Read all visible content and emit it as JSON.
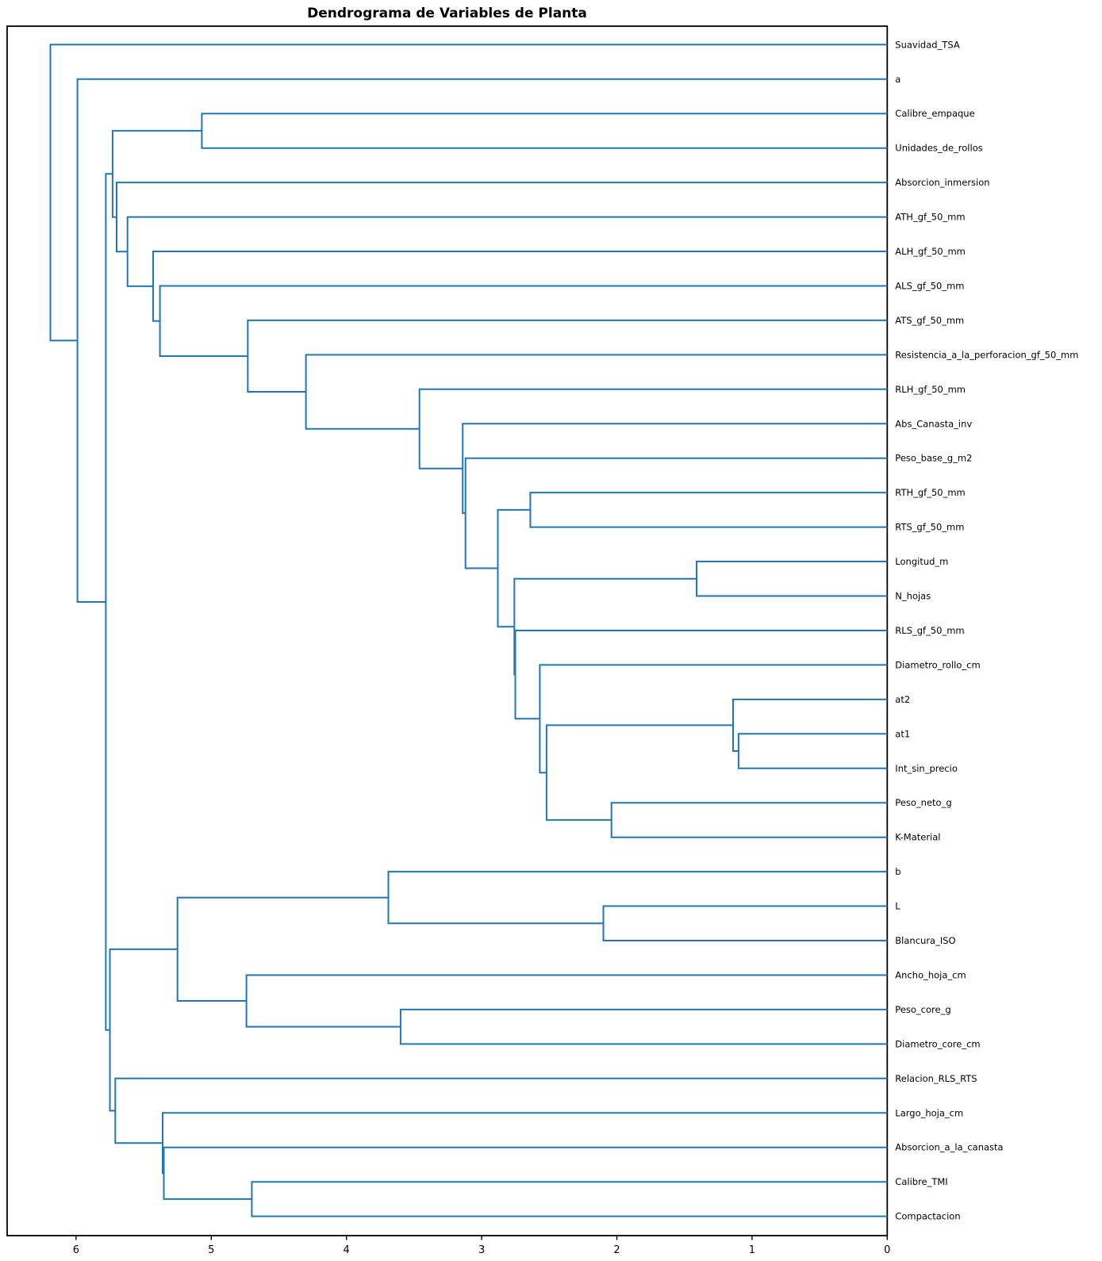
{
  "chart_data": {
    "type": "dendrogram",
    "title": "Dendrograma de Variables de Planta",
    "orientation": "left",
    "legend": null,
    "grid": false,
    "background": "#ffffff",
    "link_color": "#1f77b4",
    "spine_color": "#000000",
    "text_color": "#000000",
    "x_axis": {
      "ticks": [
        6,
        5,
        4,
        3,
        2,
        1,
        0
      ],
      "min": 0,
      "max": 6.51,
      "reversed": true
    },
    "leaves": [
      "Suavidad_TSA",
      "a",
      "Calibre_empaque",
      "Unidades_de_rollos",
      "Absorcion_inmersion",
      "ATH_gf_50_mm",
      "ALH_gf_50_mm",
      "ALS_gf_50_mm",
      "ATS_gf_50_mm",
      "Resistencia_a_la_perforacion_gf_50_mm",
      "RLH_gf_50_mm",
      "Abs_Canasta_inv",
      "Peso_base_g_m2",
      "RTH_gf_50_mm",
      "RTS_gf_50_mm",
      "Longitud_m",
      "N_hojas",
      "RLS_gf_50_mm",
      "Diametro_rollo_cm",
      "at2",
      "at1",
      "Int_sin_precio",
      "Peso_neto_g",
      "K-Material",
      "b",
      "L",
      "Blancura_ISO",
      "Ancho_hoja_cm",
      "Peso_core_g",
      "Diametro_core_cm",
      "Relacion_RLS_RTS",
      "Largo_hoja_cm",
      "Absorcion_a_la_canasta",
      "Calibre_TMI",
      "Compactacion"
    ],
    "tree": {
      "d": 6.19,
      "c": [
        "Suavidad_TSA",
        {
          "d": 5.99,
          "c": [
            "a",
            {
              "d": 5.78,
              "c": [
                {
                  "d": 5.73,
                  "c": [
                    {
                      "d": 5.07,
                      "c": [
                        "Calibre_empaque",
                        "Unidades_de_rollos"
                      ]
                    },
                    {
                      "d": 5.7,
                      "c": [
                        "Absorcion_inmersion",
                        {
                          "d": 5.62,
                          "c": [
                            "ATH_gf_50_mm",
                            {
                              "d": 5.43,
                              "c": [
                                "ALH_gf_50_mm",
                                {
                                  "d": 5.38,
                                  "c": [
                                    "ALS_gf_50_mm",
                                    {
                                      "d": 4.73,
                                      "c": [
                                        "ATS_gf_50_mm",
                                        {
                                          "d": 4.3,
                                          "c": [
                                            "Resistencia_a_la_perforacion_gf_50_mm",
                                            {
                                              "d": 3.46,
                                              "c": [
                                                "RLH_gf_50_mm",
                                                {
                                                  "d": 3.14,
                                                  "c": [
                                                    "Abs_Canasta_inv",
                                                    {
                                                      "d": 3.12,
                                                      "c": [
                                                        "Peso_base_g_m2",
                                                        {
                                                          "d": 2.88,
                                                          "c": [
                                                            {
                                                              "d": 2.64,
                                                              "c": [
                                                                "RTH_gf_50_mm",
                                                                "RTS_gf_50_mm"
                                                              ]
                                                            },
                                                            {
                                                              "d": 2.758,
                                                              "c": [
                                                                {
                                                                  "d": 1.41,
                                                                  "c": [
                                                                    "Longitud_m",
                                                                    "N_hojas"
                                                                  ]
                                                                },
                                                                {
                                                                  "d": 2.751,
                                                                  "c": [
                                                                    "RLS_gf_50_mm",
                                                                    {
                                                                      "d": 2.57,
                                                                      "c": [
                                                                        "Diametro_rollo_cm",
                                                                        {
                                                                          "d": 2.52,
                                                                          "c": [
                                                                            {
                                                                              "d": 1.14,
                                                                              "c": [
                                                                                "at2",
                                                                                {
                                                                                  "d": 1.1,
                                                                                  "c": [
                                                                                    "at1",
                                                                                    "Int_sin_precio"
                                                                                  ]
                                                                                }
                                                                              ]
                                                                            },
                                                                            {
                                                                              "d": 2.04,
                                                                              "c": [
                                                                                "Peso_neto_g",
                                                                                "K-Material"
                                                                              ]
                                                                            }
                                                                          ]
                                                                        }
                                                                      ]
                                                                    }
                                                                  ]
                                                                }
                                                              ]
                                                            }
                                                          ]
                                                        }
                                                      ]
                                                    }
                                                  ]
                                                }
                                              ]
                                            }
                                          ]
                                        }
                                      ]
                                    }
                                  ]
                                }
                              ]
                            }
                          ]
                        }
                      ]
                    }
                  ]
                },
                {
                  "d": 5.75,
                  "c": [
                    {
                      "d": 5.25,
                      "c": [
                        {
                          "d": 3.69,
                          "c": [
                            "b",
                            {
                              "d": 2.1,
                              "c": [
                                "L",
                                "Blancura_ISO"
                              ]
                            }
                          ]
                        },
                        {
                          "d": 4.74,
                          "c": [
                            "Ancho_hoja_cm",
                            {
                              "d": 3.6,
                              "c": [
                                "Peso_core_g",
                                "Diametro_core_cm"
                              ]
                            }
                          ]
                        }
                      ]
                    },
                    {
                      "d": 5.71,
                      "c": [
                        "Relacion_RLS_RTS",
                        {
                          "d": 5.36,
                          "c": [
                            "Largo_hoja_cm",
                            {
                              "d": 5.351,
                              "c": [
                                "Absorcion_a_la_canasta",
                                {
                                  "d": 4.7,
                                  "c": [
                                    "Calibre_TMI",
                                    "Compactacion"
                                  ]
                                }
                              ]
                            }
                          ]
                        }
                      ]
                    }
                  ]
                }
              ]
            }
          ]
        }
      ]
    }
  }
}
